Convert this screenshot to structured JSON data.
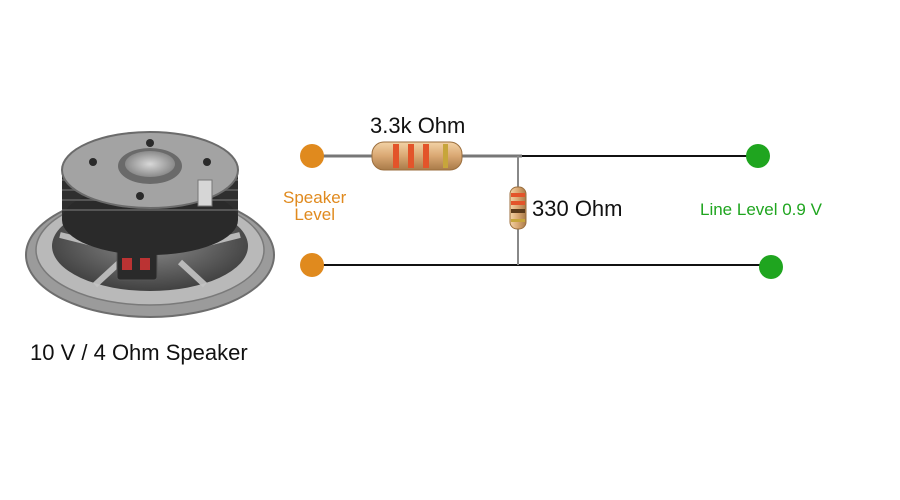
{
  "speaker": {
    "caption": "10 V / 4 Ohm Speaker"
  },
  "resistor_series": {
    "label": "3.3k Ohm"
  },
  "resistor_shunt": {
    "label": "330 Ohm"
  },
  "input": {
    "label_line1": "Speaker",
    "label_line2": "Level",
    "color": "#e08a1e"
  },
  "output": {
    "label": "Line Level 0.9 V",
    "color": "#1fa51f"
  }
}
